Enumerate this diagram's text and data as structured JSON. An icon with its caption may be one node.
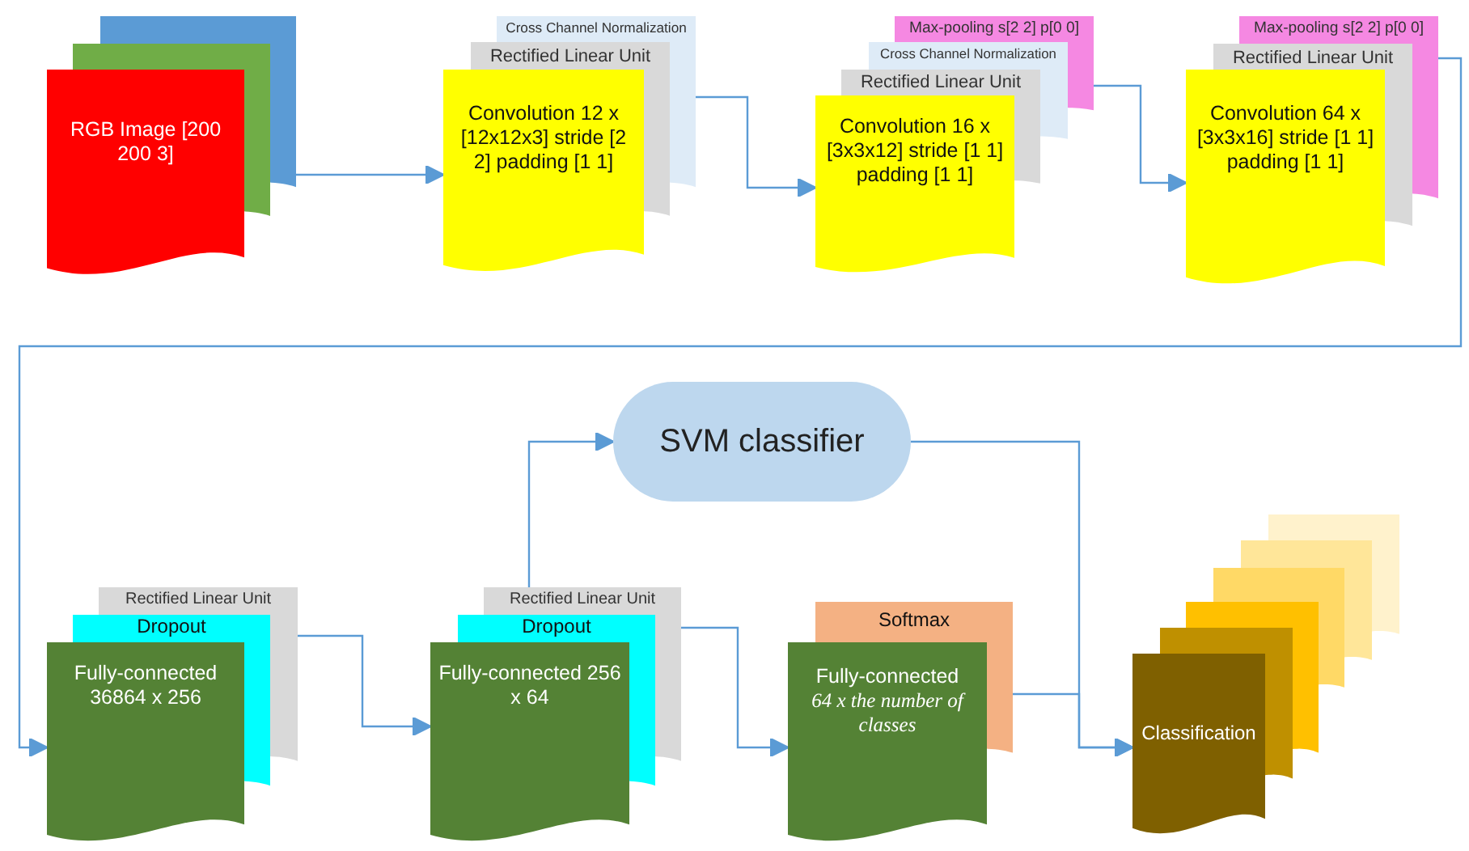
{
  "diagram": {
    "nodes": [
      {
        "text": [],
        "shape": "document"
      },
      {
        "text": [],
        "shape": "document"
      },
      {
        "text": [
          "RGB Image [200 200 3]"
        ]
      },
      {
        "text": [
          "Cross Channel Normalization"
        ]
      },
      {
        "text": [
          "Rectified Linear Unit"
        ]
      },
      {
        "text": [
          "Convolution 12 x [12x12x3] stride [2 2] padding [1 1]"
        ]
      },
      {
        "text": [
          "Max-pooling s[2 2] p[0 0]"
        ]
      },
      {
        "text": [
          "Cross Channel Normalization"
        ]
      },
      {
        "text": [
          "Rectified Linear Unit"
        ]
      },
      {
        "text": [
          "Convolution 16 x [3x3x12] stride [1 1] padding [1 1]"
        ]
      },
      {
        "text": [
          "Max-pooling s[2 2] p[0 0]"
        ]
      },
      {
        "text": [
          "Rectified Linear Unit"
        ]
      },
      {
        "text": [
          "Convolution 64 x [3x3x16] stride [1 1] padding [1 1]"
        ]
      },
      {
        "text": [
          "SVM classifier"
        ]
      },
      {
        "text": [
          "Rectified Linear Unit"
        ]
      },
      {
        "text": [
          "Dropout"
        ]
      },
      {
        "text": [
          "Fully-connected 36864 x 256"
        ]
      },
      {
        "text": [
          "Rectified Linear Unit"
        ]
      },
      {
        "text": [
          "Dropout"
        ]
      },
      {
        "text": [
          "Fully-connected 256 x 64"
        ]
      },
      {
        "text": [
          "Softmax"
        ]
      },
      {
        "text": [
          "Fully-connected",
          "64 x the number of classes"
        ]
      },
      {
        "text": [],
        "shape": "document"
      },
      {
        "text": [],
        "shape": "document"
      },
      {
        "text": [],
        "shape": "document"
      },
      {
        "text": [],
        "shape": "document"
      },
      {
        "text": [],
        "shape": "document"
      },
      {
        "text": [
          "Classification"
        ]
      }
    ],
    "edges": [
      {
        "from": 2,
        "to": 5,
        "arrow": "to"
      },
      {
        "from": 5,
        "to": 9,
        "arrow": "to"
      },
      {
        "from": 8,
        "to": 12,
        "arrow": "to"
      },
      {
        "from": 11,
        "to": 16,
        "arrow": "to"
      },
      {
        "from": 15,
        "to": 19,
        "arrow": "to"
      },
      {
        "from": 17,
        "to": 13,
        "arrow": "to"
      },
      {
        "from": 18,
        "to": 21,
        "arrow": "to"
      },
      {
        "from": 13,
        "to": 27,
        "arrow": "to"
      },
      {
        "from": 21,
        "to": 27,
        "arrow": "to"
      }
    ]
  }
}
